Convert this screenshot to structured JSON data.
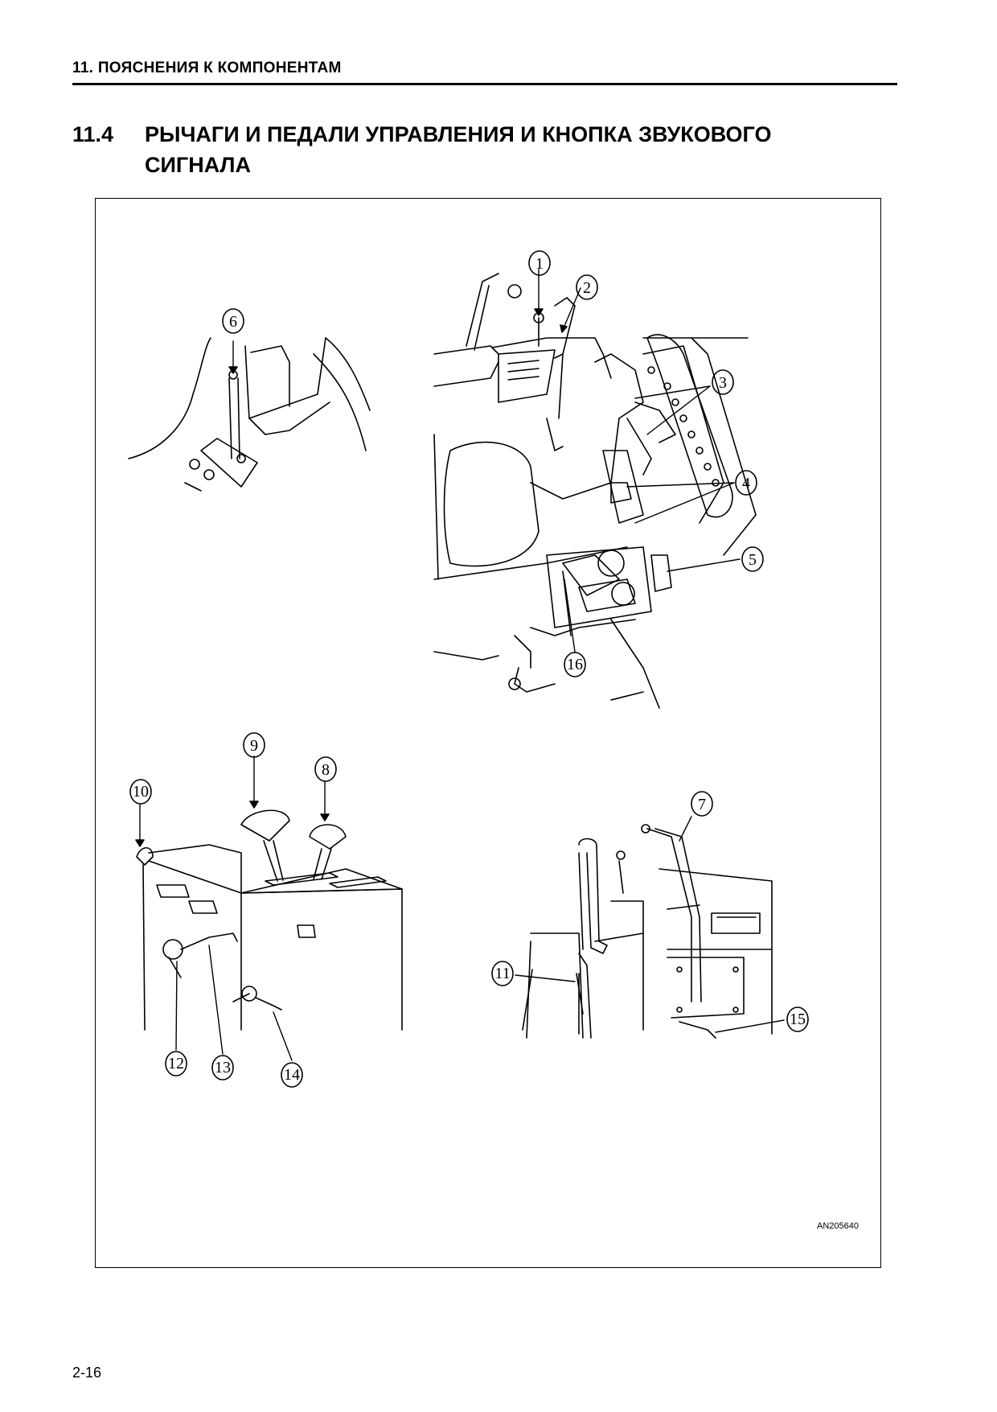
{
  "header": {
    "section": "11.  ПОЯСНЕНИЯ К КОМПОНЕНТАМ"
  },
  "heading": {
    "number": "11.4",
    "title": "РЫЧАГИ И ПЕДАЛИ УПРАВЛЕНИЯ И КНОПКА ЗВУКОВОГО СИГНАЛА"
  },
  "figure": {
    "code": "AN205640",
    "callouts": [
      "1",
      "2",
      "3",
      "4",
      "5",
      "6",
      "7",
      "8",
      "9",
      "10",
      "11",
      "12",
      "13",
      "14",
      "15",
      "16"
    ]
  },
  "footer": {
    "page_number": "2-16"
  }
}
